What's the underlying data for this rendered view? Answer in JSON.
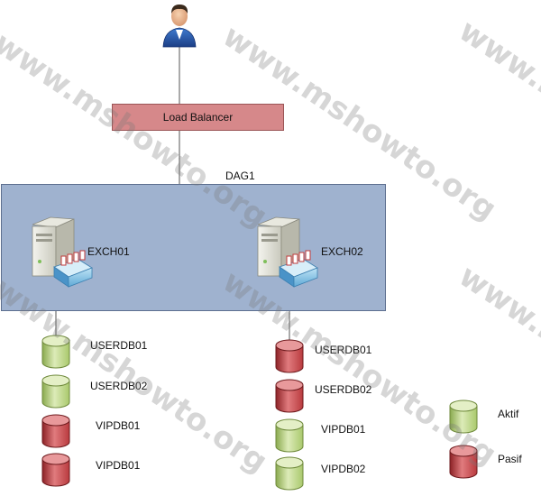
{
  "diagram": {
    "load_balancer": "Load Balancer",
    "dag_label": "DAG1",
    "servers": [
      {
        "name": "EXCH01",
        "databases": [
          {
            "name": "USERDB01",
            "status": "active"
          },
          {
            "name": "USERDB02",
            "status": "active"
          },
          {
            "name": "VIPDB01",
            "status": "passive"
          },
          {
            "name": "VIPDB01",
            "status": "passive"
          }
        ]
      },
      {
        "name": "EXCH02",
        "databases": [
          {
            "name": "USERDB01",
            "status": "passive"
          },
          {
            "name": "USERDB02",
            "status": "passive"
          },
          {
            "name": "VIPDB01",
            "status": "active"
          },
          {
            "name": "VIPDB02",
            "status": "active"
          }
        ]
      }
    ]
  },
  "legend": {
    "active_label": "Aktif",
    "passive_label": "Pasif"
  },
  "watermark": "www.mshowto.org",
  "colors": {
    "active": "#a9c86c",
    "passive": "#b93a3e",
    "load_balancer": "#d6888a",
    "dag_fill": "#9fb2cf"
  }
}
